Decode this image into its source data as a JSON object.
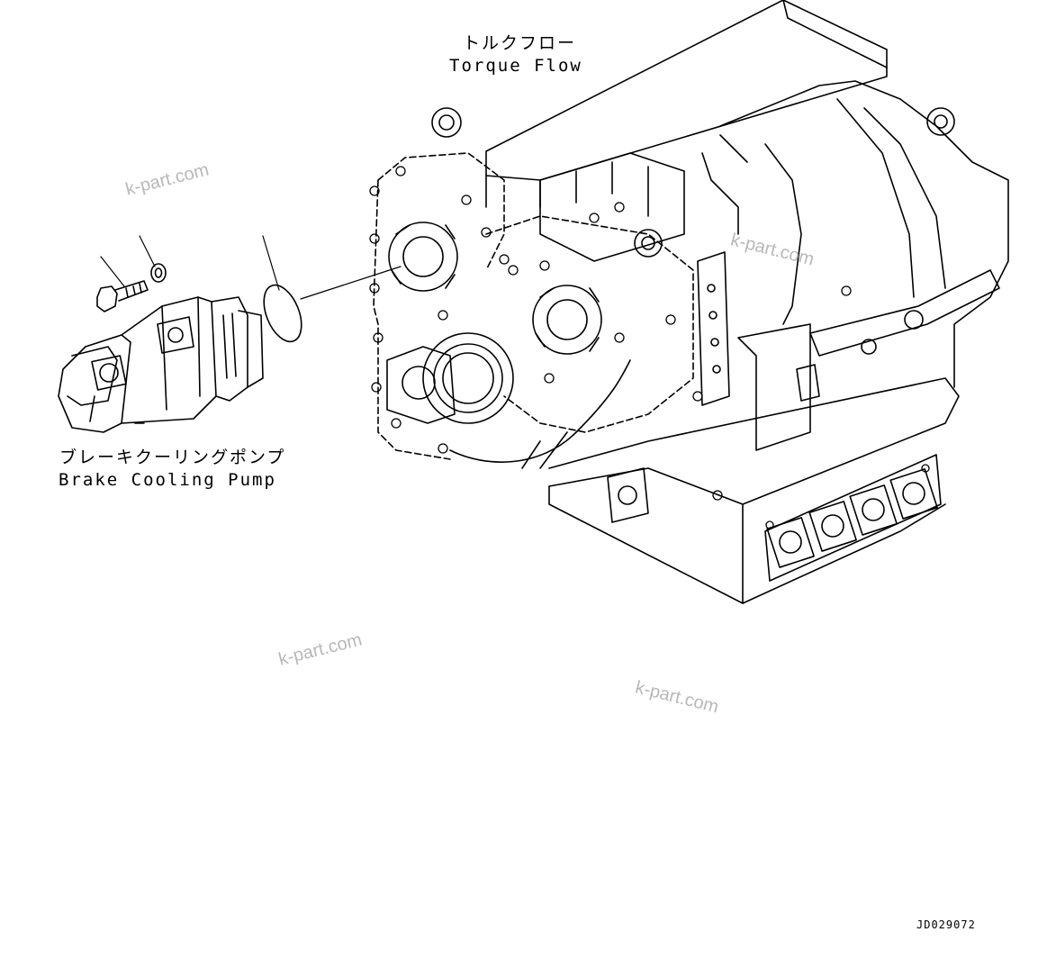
{
  "callouts": {
    "torque_flow_jp": "トルクフロー",
    "torque_flow_en": "Torque Flow",
    "brake_pump_jp": "ブレーキクーリングポンプ",
    "brake_pump_en": "Brake Cooling Pump"
  },
  "watermark": "k-part.com",
  "drawing_code": "JD029072",
  "colors": {
    "line": "#000000",
    "watermark": "#b8b8b8",
    "background": "#ffffff"
  }
}
